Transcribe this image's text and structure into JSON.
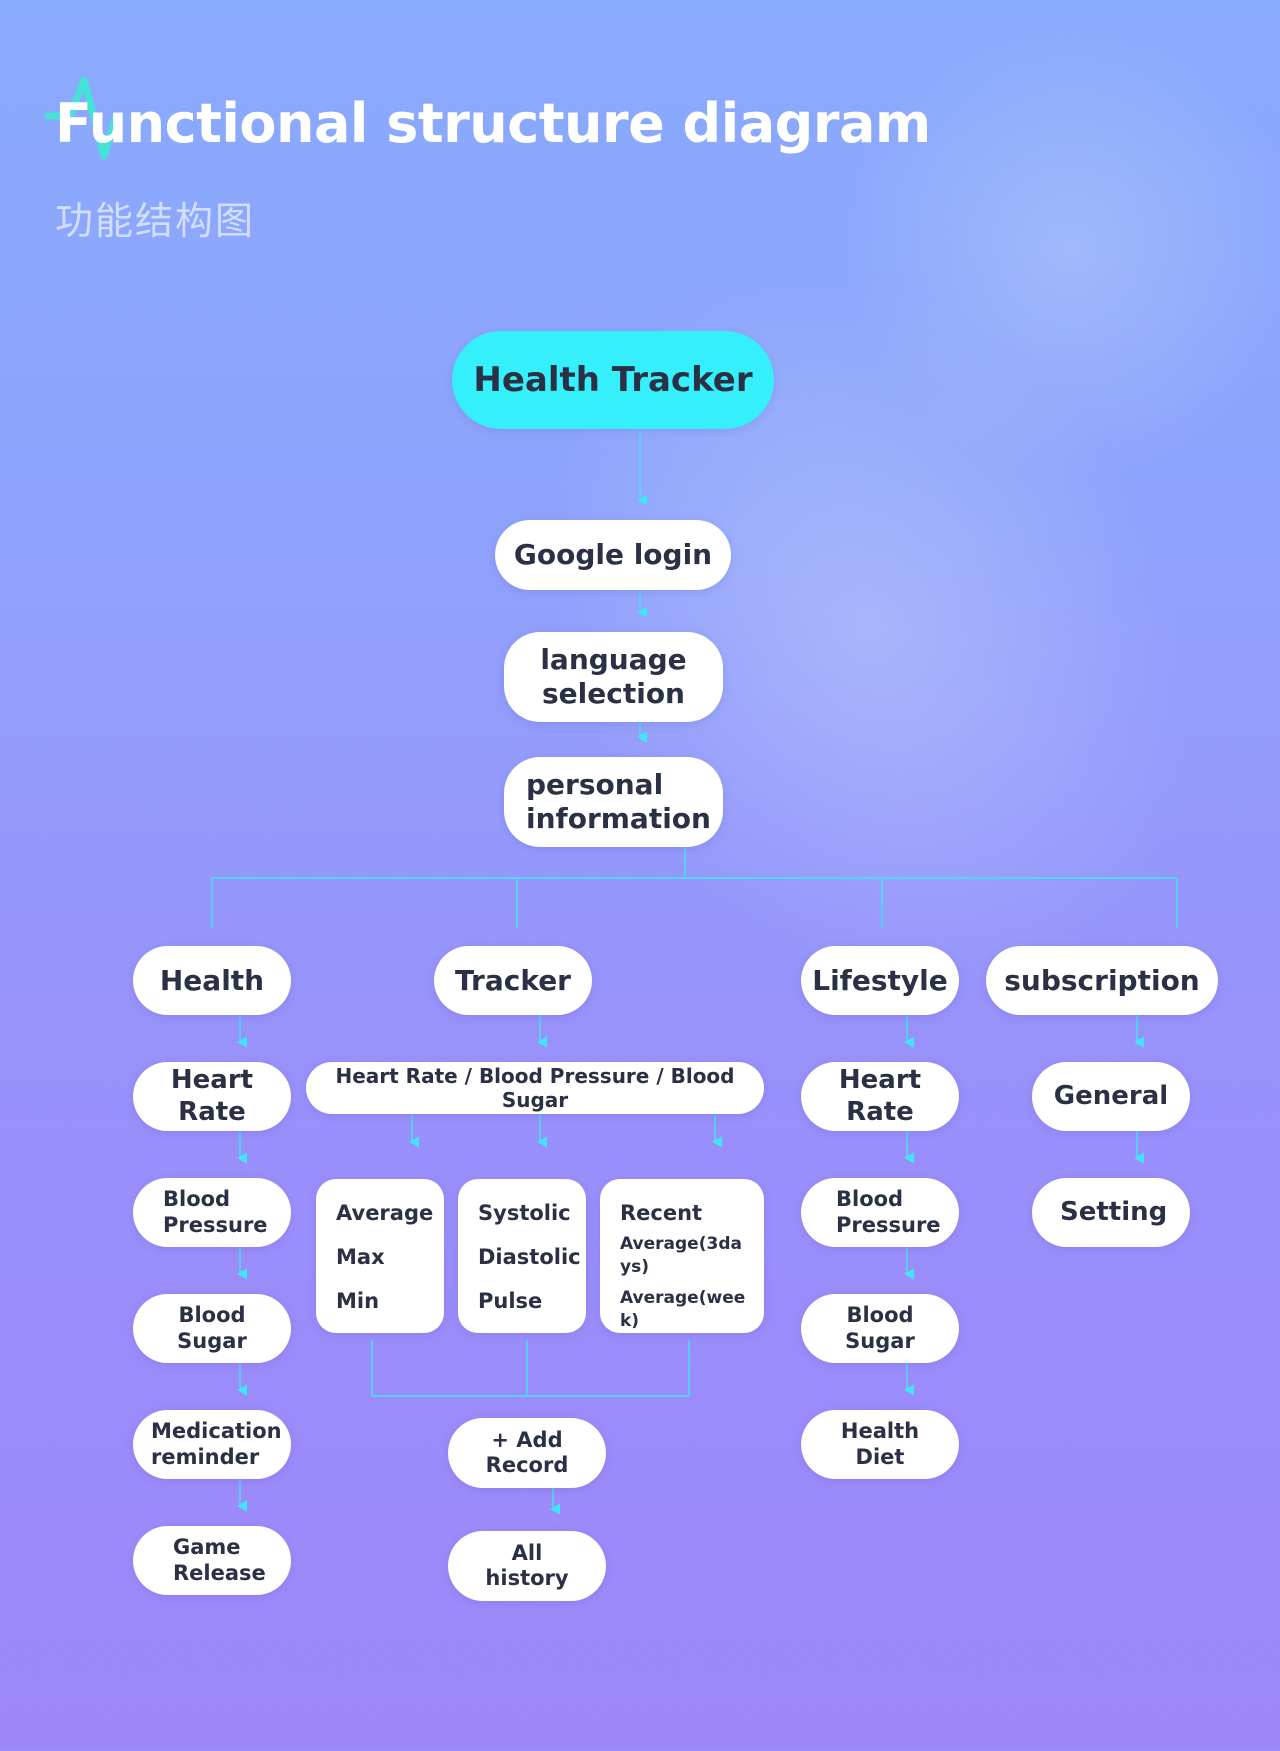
{
  "header": {
    "title": "Functional structure diagram",
    "subtitle": "功能结构图"
  },
  "colors": {
    "root_fill": "#35f0fb",
    "node_fill": "#ffffff",
    "connector": "#40e6f5",
    "title_text": "#ffffff",
    "node_text": "#2a3144"
  },
  "root": {
    "label": "Health Tracker"
  },
  "flow": {
    "google_login": "Google login",
    "language_selection": "language selection",
    "personal_information": "personal information"
  },
  "health": {
    "label": "Health",
    "items": [
      "Heart Rate",
      "Blood Pressure",
      "Blood Sugar",
      "Medication reminder",
      "Game Release"
    ]
  },
  "tracker": {
    "label": "Tracker",
    "metrics": "Heart Rate / Blood Pressure / Blood Sugar",
    "stats_a": [
      "Average",
      "Max",
      "Min"
    ],
    "stats_b": [
      "Systolic",
      "Diastolic",
      "Pulse"
    ],
    "stats_c": [
      "Recent",
      "Average(3days)",
      "Average(week)"
    ],
    "add_record": "+ Add Record",
    "all_history": "All history"
  },
  "lifestyle": {
    "label": "Lifestyle",
    "items": [
      "Heart Rate",
      "Blood Pressure",
      "Blood Sugar",
      "Health Diet"
    ]
  },
  "subscription": {
    "label": "subscription",
    "items": [
      "General",
      "Setting"
    ]
  }
}
